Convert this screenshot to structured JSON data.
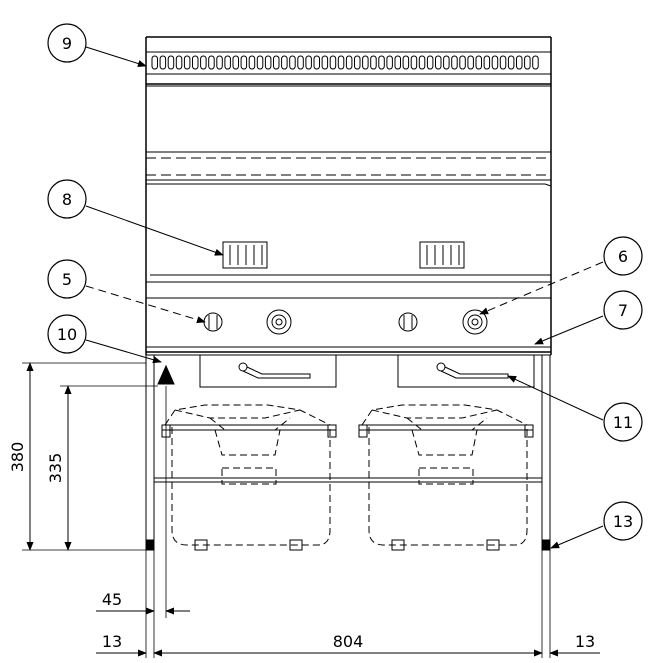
{
  "callouts": [
    {
      "id": "c9",
      "label": "9"
    },
    {
      "id": "c8",
      "label": "8"
    },
    {
      "id": "c5",
      "label": "5"
    },
    {
      "id": "c10",
      "label": "10"
    },
    {
      "id": "c6",
      "label": "6"
    },
    {
      "id": "c7",
      "label": "7"
    },
    {
      "id": "c11",
      "label": "11"
    },
    {
      "id": "c13",
      "label": "13"
    }
  ],
  "dimensions": {
    "height_total": "380",
    "height_inner": "335",
    "offset_left": "45",
    "foot_left": "13",
    "width": "804",
    "foot_right": "13"
  }
}
